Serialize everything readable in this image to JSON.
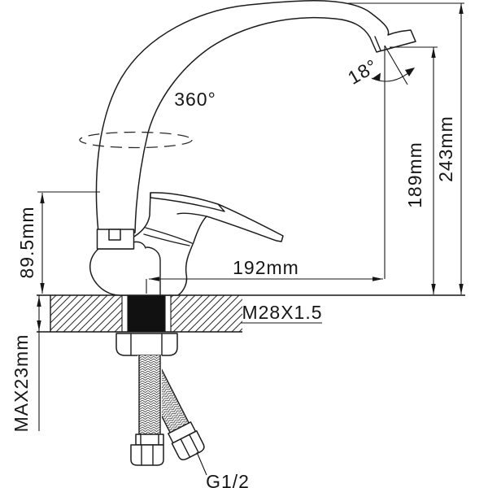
{
  "drawing": {
    "background": "#ffffff",
    "line_color": "#161616",
    "fill_color": "#ffffff",
    "shank_color": "#111111",
    "labels": {
      "swivel_angle": "360°",
      "spout_angle": "18°",
      "total_height": "243mm",
      "outlet_height": "189mm",
      "spout_reach": "192mm",
      "body_height": "89.5mm",
      "max_counter_thickness": "MAX23mm",
      "mount_thread": "M28X1.5",
      "hose_thread": "G1/2"
    }
  }
}
